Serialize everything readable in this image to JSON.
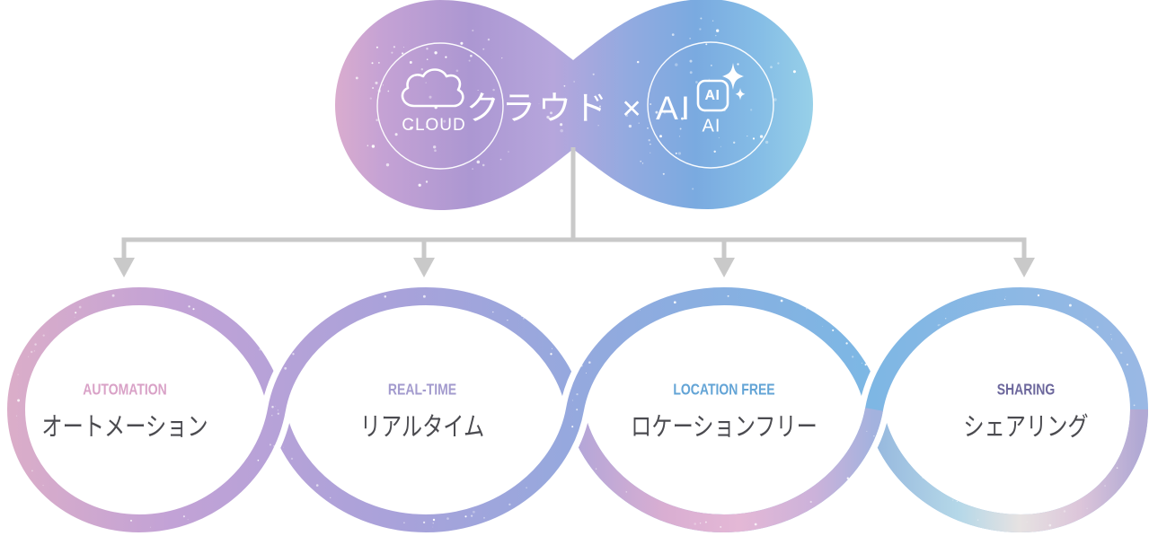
{
  "header": {
    "title": "クラウド × AI",
    "cloud": {
      "label": "CLOUD",
      "icon": "cloud-outline-icon"
    },
    "ai": {
      "label": "AI",
      "badge_text": "AI",
      "icon": "ai-sparkle-badge-icon"
    }
  },
  "features": [
    {
      "en": "AUTOMATION",
      "ja": "オートメーション",
      "accent": "#d9a2c7"
    },
    {
      "en": "REAL-TIME",
      "ja": "リアルタイム",
      "accent": "#a39bce"
    },
    {
      "en": "LOCATION FREE",
      "ja": "ロケーションフリー",
      "accent": "#63a4d6"
    },
    {
      "en": "SHARING",
      "ja": "シェアリング",
      "accent": "#6d689d"
    }
  ],
  "colors": {
    "background": "#ffffff",
    "connector_gray": "#c9c9c9",
    "japanese_text": "#4b4b50",
    "white_text": "#ffffff",
    "dumbbell_gradient": [
      "#dfafcd",
      "#c5a2d4",
      "#ac97d2",
      "#b6a6dc",
      "#93aae0",
      "#7aaae0",
      "#85bde6",
      "#97d0e8"
    ],
    "ribbon_gradient": [
      "#dcaec8",
      "#c2a2d6",
      "#a8a2da",
      "#8fabdf",
      "#7db7e4",
      "#9ab8e4"
    ],
    "ribbon_pink_tint": [
      "#b3a6d8",
      "#d9aed2",
      "#e4b8d6",
      "#ccb2da",
      "#a3b2de"
    ],
    "ribbon_cool_tint": [
      "#96b8de",
      "#b5d8e8",
      "#e6e2e2",
      "#dcc5da",
      "#b1a9d4"
    ]
  }
}
